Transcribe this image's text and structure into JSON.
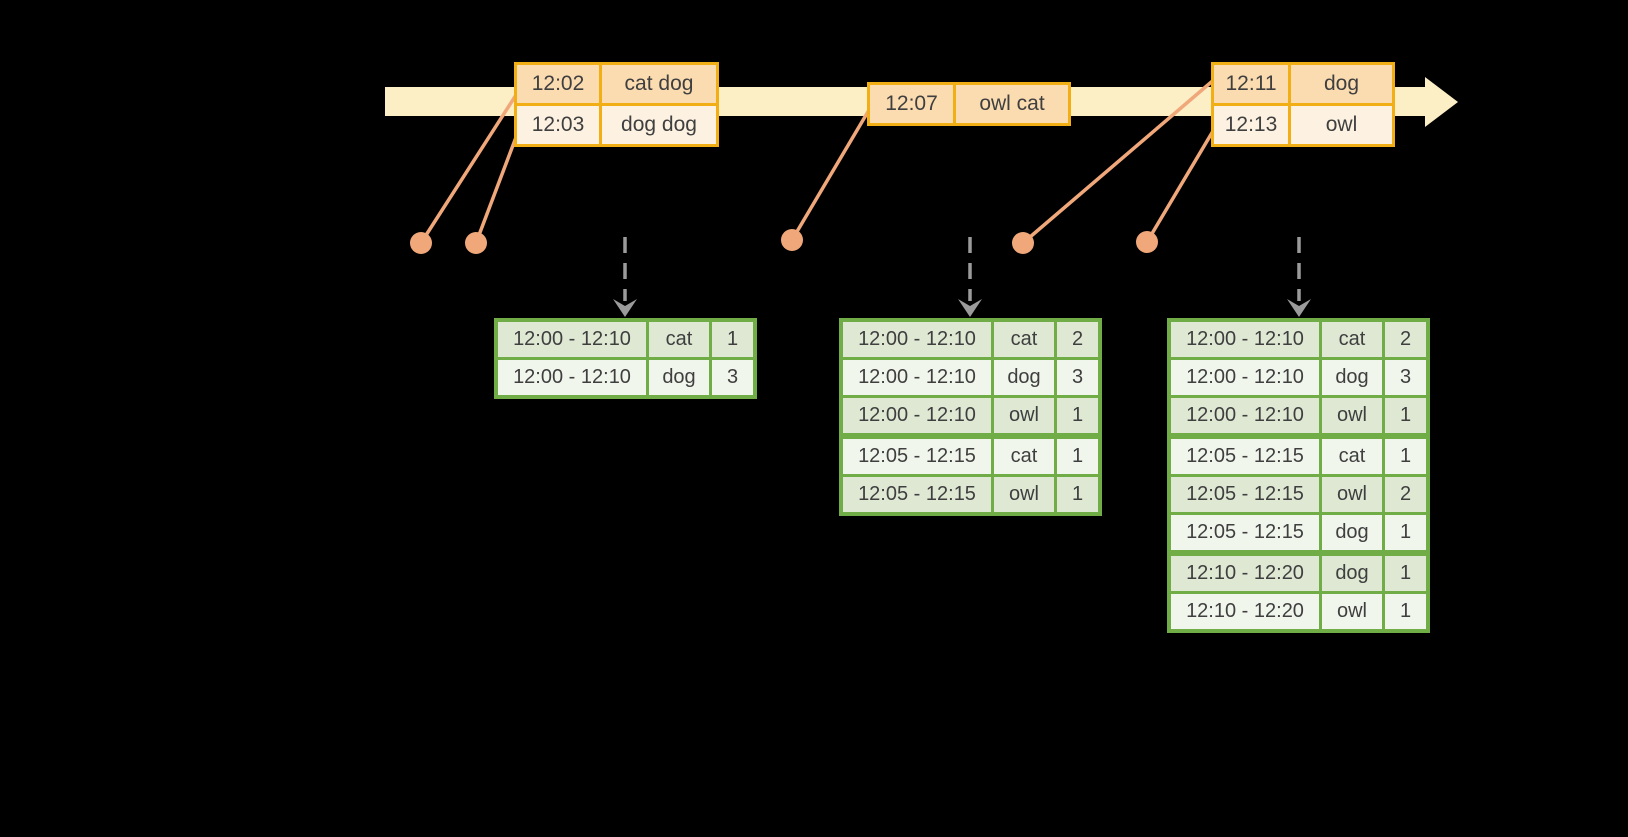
{
  "colors": {
    "background": "#000000",
    "timeline_band": "#FCEEC5",
    "event_table_border": "#F1AF15",
    "event_row_dark": "#FBDBB0",
    "event_row_light": "#FDF2E2",
    "connector_salmon": "#F0A87A",
    "result_table_border": "#70AD47",
    "result_row_dark": "#DEE8D3",
    "result_row_light": "#F1F6ED",
    "trigger_arrow_gray": "#9B9B9B",
    "text": "#3F3F3F"
  },
  "events": [
    {
      "rows": [
        {
          "time": "12:02",
          "words": "cat dog"
        },
        {
          "time": "12:03",
          "words": "dog dog"
        }
      ]
    },
    {
      "rows": [
        {
          "time": "12:07",
          "words": "owl cat"
        }
      ]
    },
    {
      "rows": [
        {
          "time": "12:11",
          "words": "dog"
        },
        {
          "time": "12:13",
          "words": "owl"
        }
      ]
    }
  ],
  "result_tables": [
    {
      "rows": [
        {
          "window": "12:00 - 12:10",
          "word": "cat",
          "count": "1"
        },
        {
          "window": "12:00 - 12:10",
          "word": "dog",
          "count": "3"
        }
      ]
    },
    {
      "rows": [
        {
          "window": "12:00 - 12:10",
          "word": "cat",
          "count": "2"
        },
        {
          "window": "12:00 - 12:10",
          "word": "dog",
          "count": "3"
        },
        {
          "window": "12:00 - 12:10",
          "word": "owl",
          "count": "1"
        },
        {
          "window": "12:05 - 12:15",
          "word": "cat",
          "count": "1"
        },
        {
          "window": "12:05 - 12:15",
          "word": "owl",
          "count": "1"
        }
      ]
    },
    {
      "rows": [
        {
          "window": "12:00 - 12:10",
          "word": "cat",
          "count": "2"
        },
        {
          "window": "12:00 - 12:10",
          "word": "dog",
          "count": "3"
        },
        {
          "window": "12:00 - 12:10",
          "word": "owl",
          "count": "1"
        },
        {
          "window": "12:05 - 12:15",
          "word": "cat",
          "count": "1"
        },
        {
          "window": "12:05 - 12:15",
          "word": "owl",
          "count": "2"
        },
        {
          "window": "12:05 - 12:15",
          "word": "dog",
          "count": "1"
        },
        {
          "window": "12:10 - 12:20",
          "word": "dog",
          "count": "1"
        },
        {
          "window": "12:10 - 12:20",
          "word": "owl",
          "count": "1"
        }
      ]
    }
  ]
}
